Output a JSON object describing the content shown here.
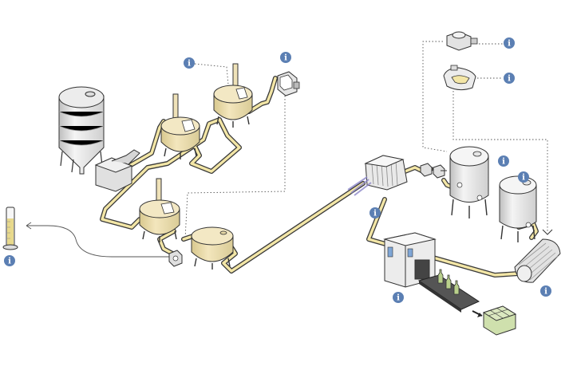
{
  "diagram": {
    "colors": {
      "pipe": "#f3e6a6",
      "pipe_outline": "#3a3a3a",
      "tank_brewing": "#efe2b8",
      "tank_steel": "#f2f2f2",
      "steel_shade": "#d9d9d9",
      "info_badge": "#5b7fb3",
      "info_text": "#ffffff",
      "bottle_green": "#b9d08b",
      "crate_green": "#cfe0ad",
      "filter_purple": "#8c86c9"
    },
    "info_badges": [
      {
        "name": "info-mash-tun",
        "icon": "info-icon",
        "glyph": "i"
      },
      {
        "name": "info-sensor-top",
        "icon": "info-icon",
        "glyph": "i"
      },
      {
        "name": "info-flow-meter-top",
        "icon": "info-icon",
        "glyph": "i"
      },
      {
        "name": "info-flow-meter-bottom",
        "icon": "info-icon",
        "glyph": "i"
      },
      {
        "name": "info-bright-tank",
        "icon": "info-icon",
        "glyph": "i"
      },
      {
        "name": "info-filter",
        "icon": "info-icon",
        "glyph": "i"
      },
      {
        "name": "info-fermenter",
        "icon": "info-icon",
        "glyph": "i"
      },
      {
        "name": "info-hydrometer",
        "icon": "info-icon",
        "glyph": "i"
      },
      {
        "name": "info-bottling",
        "icon": "info-icon",
        "glyph": "i"
      },
      {
        "name": "info-pasteurizer",
        "icon": "info-icon",
        "glyph": "i"
      }
    ]
  }
}
